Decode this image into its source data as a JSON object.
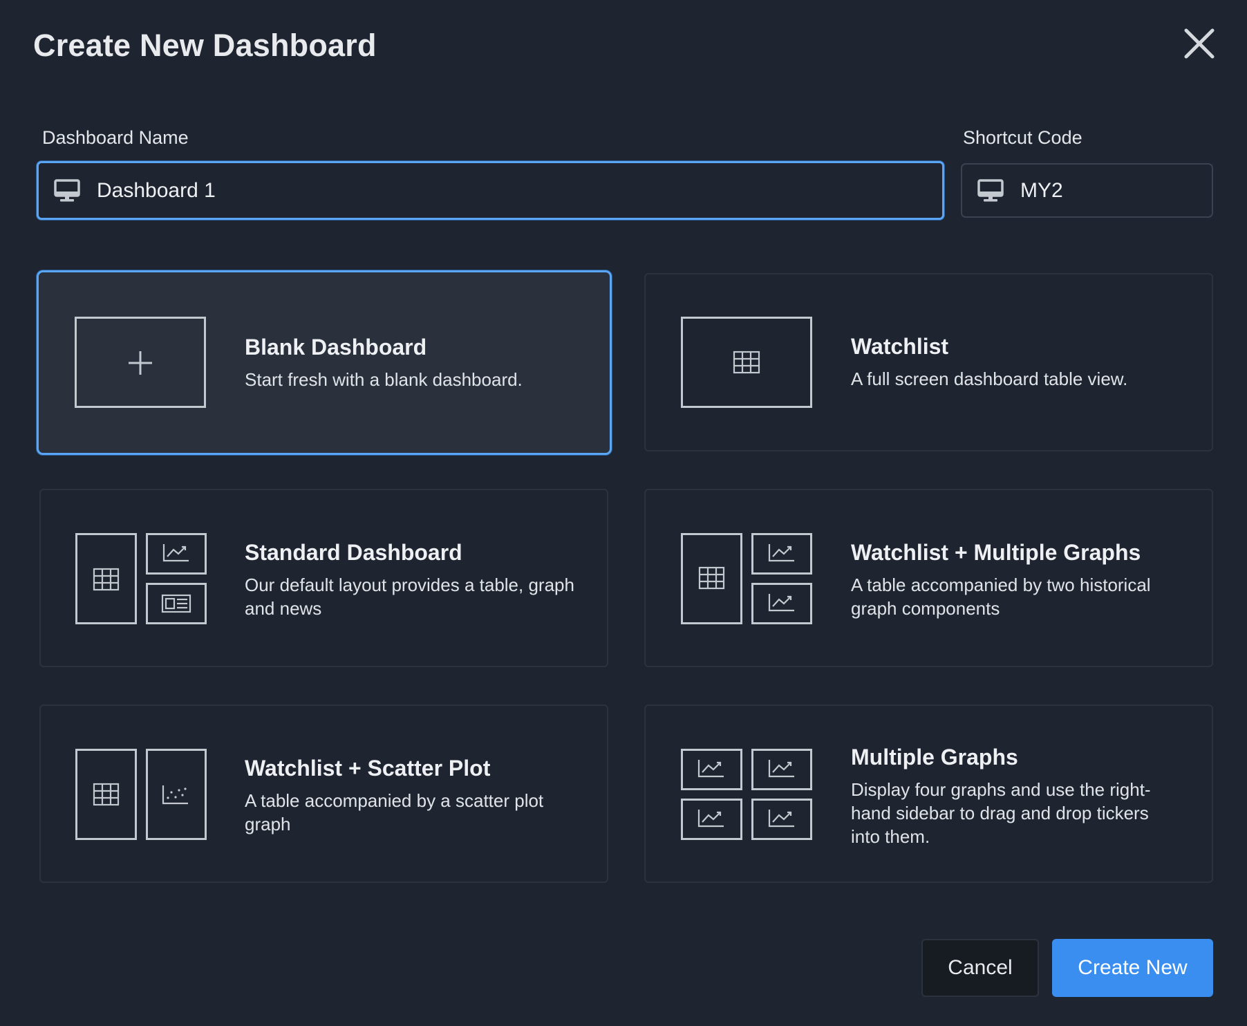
{
  "modal": {
    "title": "Create New Dashboard",
    "close_icon": "close-icon"
  },
  "form": {
    "name_label": "Dashboard Name",
    "name_value": "Dashboard 1",
    "shortcut_label": "Shortcut Code",
    "shortcut_value": "MY2",
    "field_icon": "monitor-icon"
  },
  "templates": [
    {
      "title": "Blank Dashboard",
      "description": "Start fresh with a blank dashboard.",
      "icon": "plus-icon",
      "selected": true
    },
    {
      "title": "Watchlist",
      "description": "A full screen dashboard table view.",
      "icon": "table-icon",
      "selected": false
    },
    {
      "title": "Standard Dashboard",
      "description": "Our default layout provides a table, graph and news",
      "icon": "table-graph-news-layout-icon",
      "selected": false
    },
    {
      "title": "Watchlist + Multiple Graphs",
      "description": "A table accompanied by two historical graph components",
      "icon": "table-two-graphs-layout-icon",
      "selected": false
    },
    {
      "title": "Watchlist + Scatter Plot",
      "description": "A table accompanied by a scatter plot graph",
      "icon": "table-scatter-layout-icon",
      "selected": false
    },
    {
      "title": "Multiple Graphs",
      "description": "Display four graphs and use the right-hand sidebar to drag and drop tickers into them.",
      "icon": "four-graphs-layout-icon",
      "selected": false
    }
  ],
  "actions": {
    "cancel_label": "Cancel",
    "create_label": "Create New"
  },
  "colors": {
    "background": "#1f2530",
    "accent": "#3a8ef0",
    "focus_border": "#5aa6f5",
    "selected_card": "#2a313d"
  }
}
